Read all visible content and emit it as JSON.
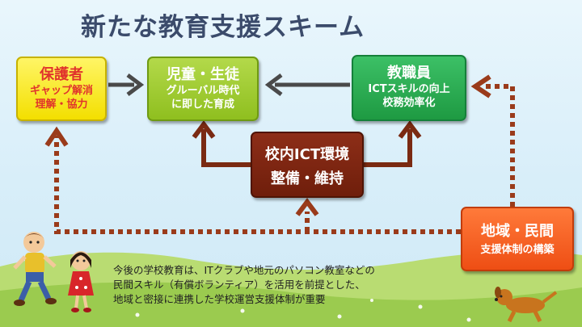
{
  "title": "新たな教育支援スキーム",
  "nodes": {
    "guardian": {
      "title": "保護者",
      "lines": [
        "ギャップ解消",
        "理解・協力"
      ]
    },
    "child": {
      "title": "児童・生徒",
      "lines": [
        "グルーバル時代",
        "に即した育成"
      ]
    },
    "staff": {
      "title": "教職員",
      "lines": [
        "ICTスキルの向上",
        "校務効率化"
      ]
    },
    "ict": {
      "lines": [
        "校内ICT環境",
        "整備・維持"
      ]
    },
    "region": {
      "title": "地域・民間",
      "lines": [
        "支援体制の構築"
      ]
    }
  },
  "description": {
    "lines": [
      "今後の学校教育は、ITクラブや地元のパソコン教室などの",
      "民間スキル（有償ボランティア）を活用を前提とした、",
      "地域と密接に連携した学校運営支援体制が重要"
    ]
  },
  "colors": {
    "arrow_gray": "#4a4a4a",
    "arrow_brown": "#7a2a12",
    "dotted_brown": "#9a3b1b",
    "guardian_fill": "#f7e51a",
    "child_fill": "#9bc92a",
    "staff_fill": "#25a64b",
    "ict_fill": "#7a2612",
    "region_fill": "#f25a1c"
  }
}
